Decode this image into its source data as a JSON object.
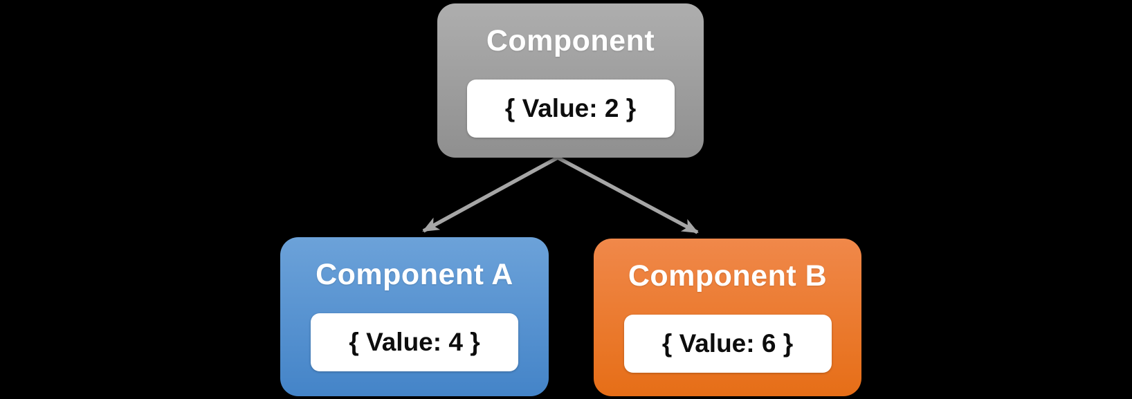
{
  "diagram": {
    "background_color": "#000000",
    "arrow_color": "#A6A6A6",
    "parent": {
      "title": "Component",
      "value": "{ Value: 2 }",
      "color_top": "#AEAEAE",
      "color_bottom": "#8F8F8F"
    },
    "child_a": {
      "title": "Component A",
      "value": "{ Value: 4 }",
      "color_top": "#6CA2D9",
      "color_bottom": "#4484C8"
    },
    "child_b": {
      "title": "Component B",
      "value": "{ Value: 6 }",
      "color_top": "#F0884A",
      "color_bottom": "#E66E17"
    }
  }
}
